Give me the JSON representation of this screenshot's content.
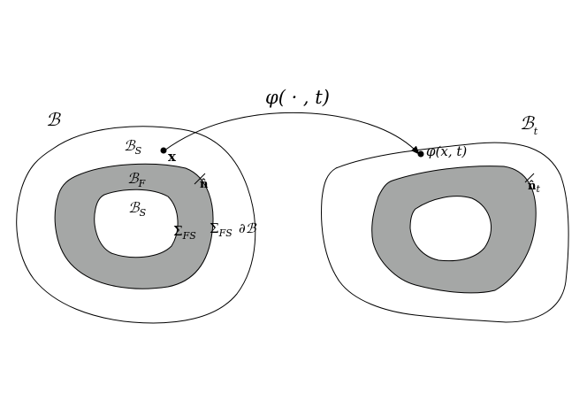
{
  "colors": {
    "stroke": "#000000",
    "fluid_fill": "#a5a7a6",
    "background": "#ffffff"
  },
  "map_label": {
    "main": "φ( · , t)"
  },
  "reference": {
    "body": {
      "main": "ℬ",
      "sub": ""
    },
    "solid_outer": {
      "main": "ℬ",
      "sub": "S"
    },
    "point": {
      "main": "x"
    },
    "fluid": {
      "main": "ℬ",
      "sub": "F"
    },
    "normal": {
      "main": "n̂"
    },
    "solid_inner": {
      "main": "ℬ",
      "sub": "S"
    },
    "interface_inner": {
      "main": "Σ",
      "sub": "FS"
    },
    "interface_outer": {
      "main": "Σ",
      "sub": "FS"
    },
    "boundary": {
      "main": "∂ℬ"
    }
  },
  "current": {
    "body": {
      "main": "ℬ",
      "sub": "t"
    },
    "point": {
      "main": "φ(x, t)"
    },
    "normal": {
      "main": "n̂",
      "sub": "t"
    }
  }
}
